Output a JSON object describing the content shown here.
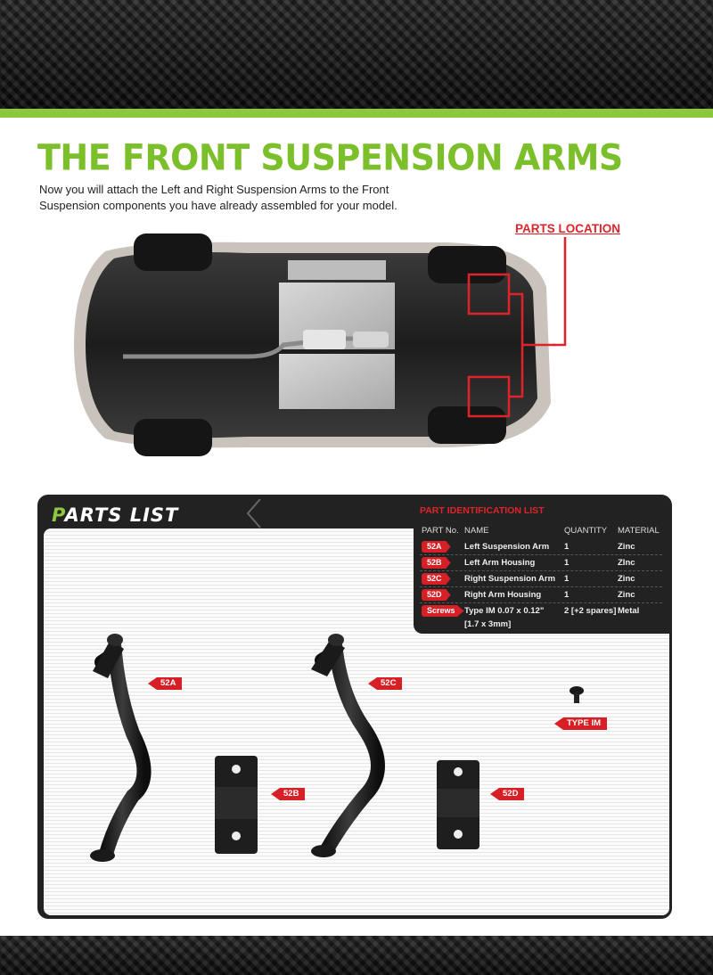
{
  "title": "THE FRONT SUSPENSION ARMS",
  "intro": "Now you will attach the Left and Right Suspension Arms to the Front Suspension components you have already assembled for your model.",
  "parts_location_label": "PARTS LOCATION",
  "parts_list": {
    "title_first": "P",
    "title_rest": "ARTS LIST",
    "id_list_title": "PART IDENTIFICATION LIST",
    "columns": [
      "PART No.",
      "NAME",
      "QUANTITY",
      "MATERIAL"
    ],
    "rows": [
      {
        "part": "52A",
        "name": "Left Suspension Arm",
        "qty": "1",
        "material": "Zinc"
      },
      {
        "part": "52B",
        "name": "Left Arm Housing",
        "qty": "1",
        "material": "ZInc"
      },
      {
        "part": "52C",
        "name": "Right Suspension Arm",
        "qty": "1",
        "material": "Zinc"
      },
      {
        "part": "52D",
        "name": "Right Arm Housing",
        "qty": "1",
        "material": "Zinc"
      },
      {
        "part": "Screws",
        "name": "Type IM  0.07 x 0.12\"",
        "name_line2": "[1.7 x 3mm]",
        "qty": "2 [+2 spares]",
        "material": "Metal"
      }
    ],
    "labels": {
      "a": "52A",
      "b": "52B",
      "c": "52C",
      "d": "52D",
      "screw": "TYPE IM"
    }
  },
  "colors": {
    "accent_green": "#8dc63f",
    "title_green": "#7bbf2a",
    "tag_red": "#d71f26",
    "location_red": "#e0232a"
  }
}
